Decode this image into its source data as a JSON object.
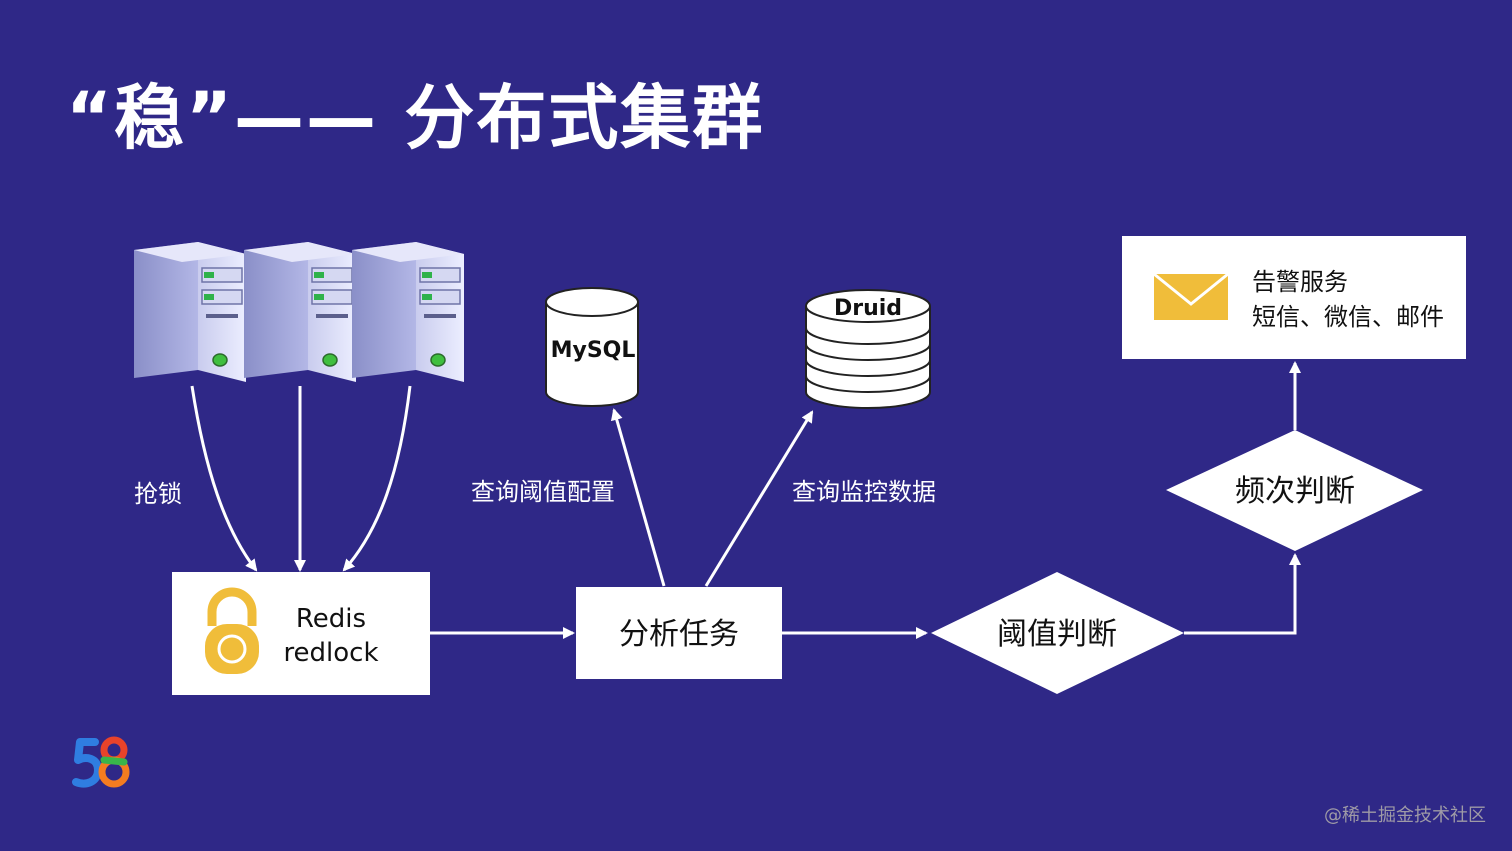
{
  "title": "“稳”—— 分布式集群",
  "labels": {
    "grab_lock": "抢锁",
    "query_threshold_config": "查询阈值配置",
    "query_monitor_data": "查询监控数据"
  },
  "nodes": {
    "redis_line1": "Redis",
    "redis_line2": "redlock",
    "mysql": "MySQL",
    "druid": "Druid",
    "analysis_task": "分析任务",
    "threshold_judge": "阈值判断",
    "frequency_judge": "频次判断",
    "alarm_title": "告警服务",
    "alarm_channels": "短信、微信、邮件"
  },
  "watermark": "@稀土掘金技术社区",
  "colors": {
    "background": "#2f2887",
    "lock": "#f0bd3a",
    "envelope": "#f0bd3a",
    "logo_blue": "#2f7de1",
    "logo_orange": "#f47c20",
    "logo_green": "#39b54a",
    "logo_red": "#e8432a"
  }
}
